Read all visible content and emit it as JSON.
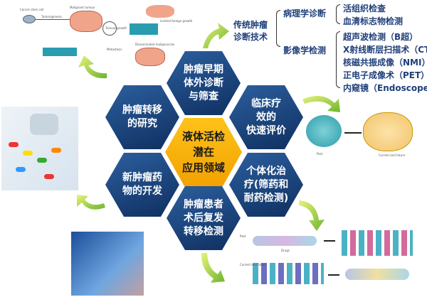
{
  "hexagons": {
    "center": "液体活检\n潜在\n应用领域",
    "top": "肿瘤早期\n体外诊断\n与筛查",
    "upper_left": "肿瘤转移\n的研究",
    "upper_right": "临床疗\n效的\n快速评价",
    "lower_left": "新肿瘤药\n物的开发",
    "lower_right": "个体化治\n疗(筛药和\n耐药检测)",
    "bottom": "肿瘤患者\n术后复发\n转移检测"
  },
  "tree": {
    "root": "传统肿瘤\n诊断技术",
    "pathology": {
      "label": "病理学诊断",
      "items": [
        "活组织检查",
        "血清标志物检测"
      ]
    },
    "imaging": {
      "label": "影像学检测",
      "items": [
        "超声波检测（B超）",
        "X射线断层扫描术（CT）",
        "核磁共振成像（NMI）",
        "正电子成像术（PET）",
        "内窥镜（Endoscope）"
      ]
    }
  },
  "figures": {
    "metastasis": [
      "Cancer stem cell",
      "Tumorigenesis",
      "Malignant tumour",
      "Tumour growth",
      "Limited foreign growth",
      "Metastasis",
      "Disseminated malignancies"
    ],
    "therapy": [
      "Past",
      "Current and future"
    ],
    "personalized": [
      "Past",
      "Drugs",
      "Current and future"
    ]
  },
  "colors": {
    "hex_blue": "#1d4f8a",
    "hex_gold": "#f7b500",
    "arrow_green": "#8cc63f",
    "text_blue": "#1f3f7a"
  }
}
